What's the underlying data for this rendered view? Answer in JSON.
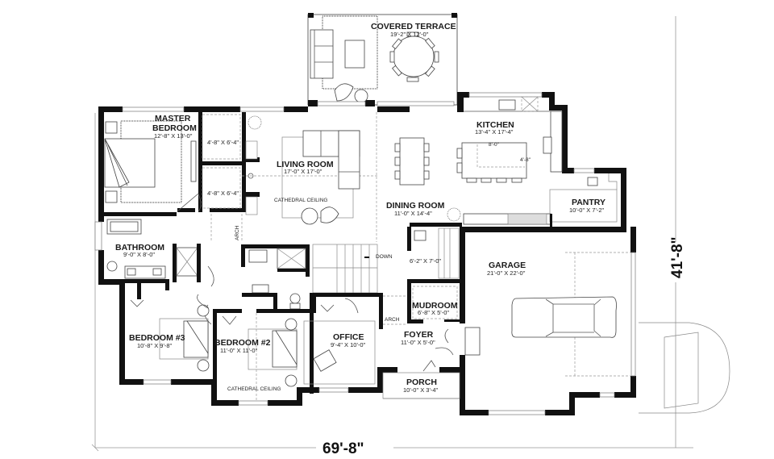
{
  "plan": {
    "rooms": [
      {
        "id": "covered-terrace",
        "name": "COVERED TERRACE",
        "size": "19'-2\" X 12'-0\""
      },
      {
        "id": "master-bedroom",
        "name_line1": "MASTER",
        "name_line2": "BEDROOM",
        "size": "12'-8\" X 13'-0\""
      },
      {
        "id": "walk-in-closet-1",
        "size": "4'-8\" X 6'-4\""
      },
      {
        "id": "walk-in-closet-2",
        "size": "4'-8\" X 6'-4\""
      },
      {
        "id": "living-room",
        "name": "LIVING ROOM",
        "size": "17'-0\" X 17'-0\""
      },
      {
        "id": "kitchen",
        "name": "KITCHEN",
        "size": "13'-4\" X 17'-4\""
      },
      {
        "id": "dining-room",
        "name": "DINING ROOM",
        "size": "11'-0\" X 14'-4\""
      },
      {
        "id": "pantry",
        "name": "PANTRY",
        "size": "10'-0\" X 7'-2\""
      },
      {
        "id": "bathroom",
        "name": "BATHROOM",
        "size": "9'-0\" X 8'-0\""
      },
      {
        "id": "laundry",
        "size": "6'-2\" X 7'-0\""
      },
      {
        "id": "garage",
        "name": "GARAGE",
        "size": "21'-0\" X 22'-0\""
      },
      {
        "id": "mudroom",
        "name": "MUDROOM",
        "size": "6'-8\" X 5'-0\""
      },
      {
        "id": "bedroom-3",
        "name": "BEDROOM #3",
        "size": "10'-8\" X 9'-8\""
      },
      {
        "id": "bedroom-2",
        "name": "BEDROOM #2",
        "size": "11'-0\" X 11'-0\""
      },
      {
        "id": "office",
        "name": "OFFICE",
        "size": "9'-4\" X 10'-0\""
      },
      {
        "id": "foyer",
        "name": "FOYER",
        "size": "11'-0\" X 5'-0\""
      },
      {
        "id": "porch",
        "name": "PORCH",
        "size": "10'-0\" X 3'-4\""
      }
    ],
    "notes": {
      "cathedral_ceiling_living": "CATHEDRAL CEILING",
      "cathedral_ceiling_bedroom2": "CATHEDRAL CEILING",
      "arch_hall": "ARCH",
      "arch_foyer": "ARCH",
      "stairs_down": "DOWN",
      "island_length": "8'-0\"",
      "island_depth": "4'-8\""
    },
    "overall_dimensions": {
      "width": "69'-8\"",
      "depth": "41'-8\""
    },
    "colors": {
      "walls": "#111111",
      "lines": "#555555",
      "background": "#ffffff"
    }
  }
}
